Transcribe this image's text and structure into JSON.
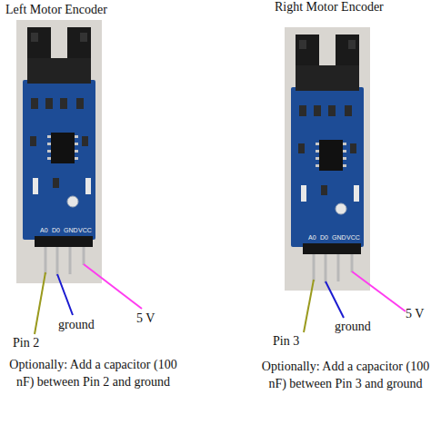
{
  "diagram": {
    "labels": [
      "Left Motor Encoder",
      "Right Motor Encoder",
      "A0",
      "D0",
      "GND",
      "VCC",
      "A0",
      "D0",
      "GND",
      "VCC",
      "Pin 2",
      "ground",
      "5 V",
      "Pin 3",
      "ground",
      "5 V",
      "Optionally: Add a capacitor (100 nF) between Pin 2 and ground",
      "Optionally: Add a capacitor (100 nF) between Pin 3 and ground"
    ]
  }
}
